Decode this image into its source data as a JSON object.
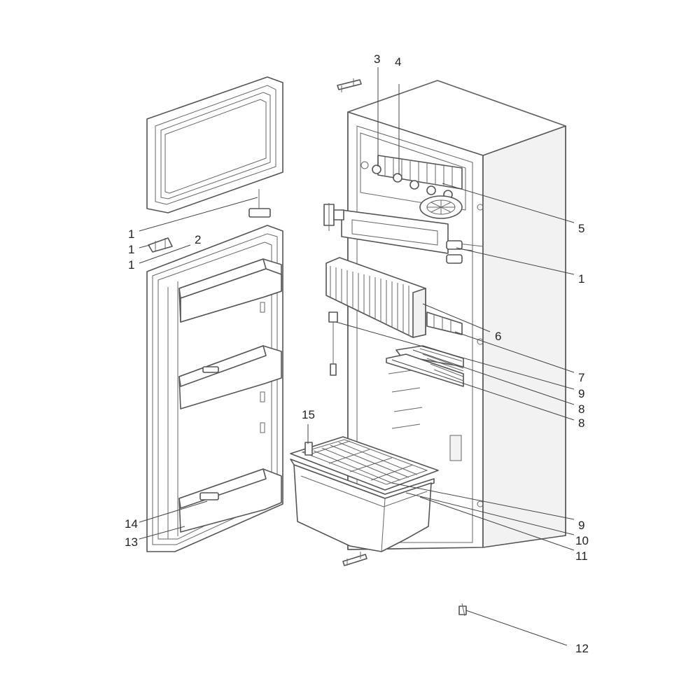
{
  "callouts": [
    {
      "id": "c1a",
      "text": "1"
    },
    {
      "id": "c1b",
      "text": "1"
    },
    {
      "id": "c1c",
      "text": "1"
    },
    {
      "id": "c2",
      "text": "2"
    },
    {
      "id": "c3",
      "text": "3"
    },
    {
      "id": "c4",
      "text": "4"
    },
    {
      "id": "c5",
      "text": "5"
    },
    {
      "id": "c1d",
      "text": "1"
    },
    {
      "id": "c6",
      "text": "6"
    },
    {
      "id": "c7",
      "text": "7"
    },
    {
      "id": "c9a",
      "text": "9"
    },
    {
      "id": "c8a",
      "text": "8"
    },
    {
      "id": "c8b",
      "text": "8"
    },
    {
      "id": "c15",
      "text": "15"
    },
    {
      "id": "c9b",
      "text": "9"
    },
    {
      "id": "c10",
      "text": "10"
    },
    {
      "id": "c11",
      "text": "11"
    },
    {
      "id": "c12",
      "text": "12"
    },
    {
      "id": "c14",
      "text": "14"
    },
    {
      "id": "c13",
      "text": "13"
    }
  ]
}
